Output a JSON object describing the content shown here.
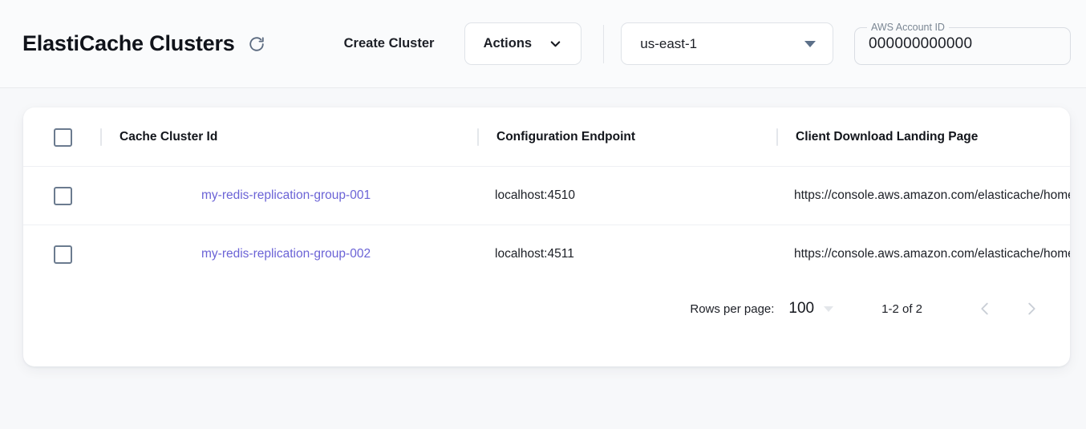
{
  "header": {
    "title": "ElastiCache Clusters",
    "refresh_icon": "refresh-icon",
    "create_cluster_label": "Create Cluster",
    "actions_label": "Actions",
    "actions_caret_icon": "chevron-down-icon",
    "region": {
      "value": "us-east-1",
      "caret_icon": "caret-down-icon"
    },
    "account": {
      "label": "AWS Account ID",
      "value": "000000000000"
    }
  },
  "table": {
    "columns": [
      "Cache Cluster Id",
      "Configuration Endpoint",
      "Client Download Landing Page"
    ],
    "rows": [
      {
        "cluster_id": "my-redis-replication-group-001",
        "endpoint": "localhost:4510",
        "landing_page": "https://console.aws.amazon.com/elasticache/home"
      },
      {
        "cluster_id": "my-redis-replication-group-002",
        "endpoint": "localhost:4511",
        "landing_page": "https://console.aws.amazon.com/elasticache/home"
      }
    ]
  },
  "pagination": {
    "rows_per_page_label": "Rows per page:",
    "rows_per_page_value": "100",
    "range_label": "1-2 of 2",
    "prev_icon": "chevron-left-icon",
    "next_icon": "chevron-right-icon"
  },
  "colors": {
    "link": "#6b63d6",
    "page_background": "#f7f8fa",
    "card": "#ffffff",
    "accent_icon": "#5c6b80"
  }
}
